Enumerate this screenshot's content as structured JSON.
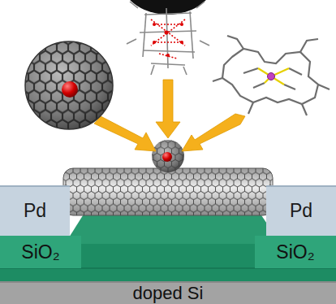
{
  "diagram": {
    "nodes": [
      {
        "text": [
          "Pd"
        ]
      },
      {
        "text": [
          "Pd"
        ]
      },
      {
        "text": [
          "SiO₂"
        ]
      },
      {
        "text": [
          "SiO₂"
        ]
      },
      {
        "text": [
          "doped Si"
        ]
      }
    ]
  }
}
